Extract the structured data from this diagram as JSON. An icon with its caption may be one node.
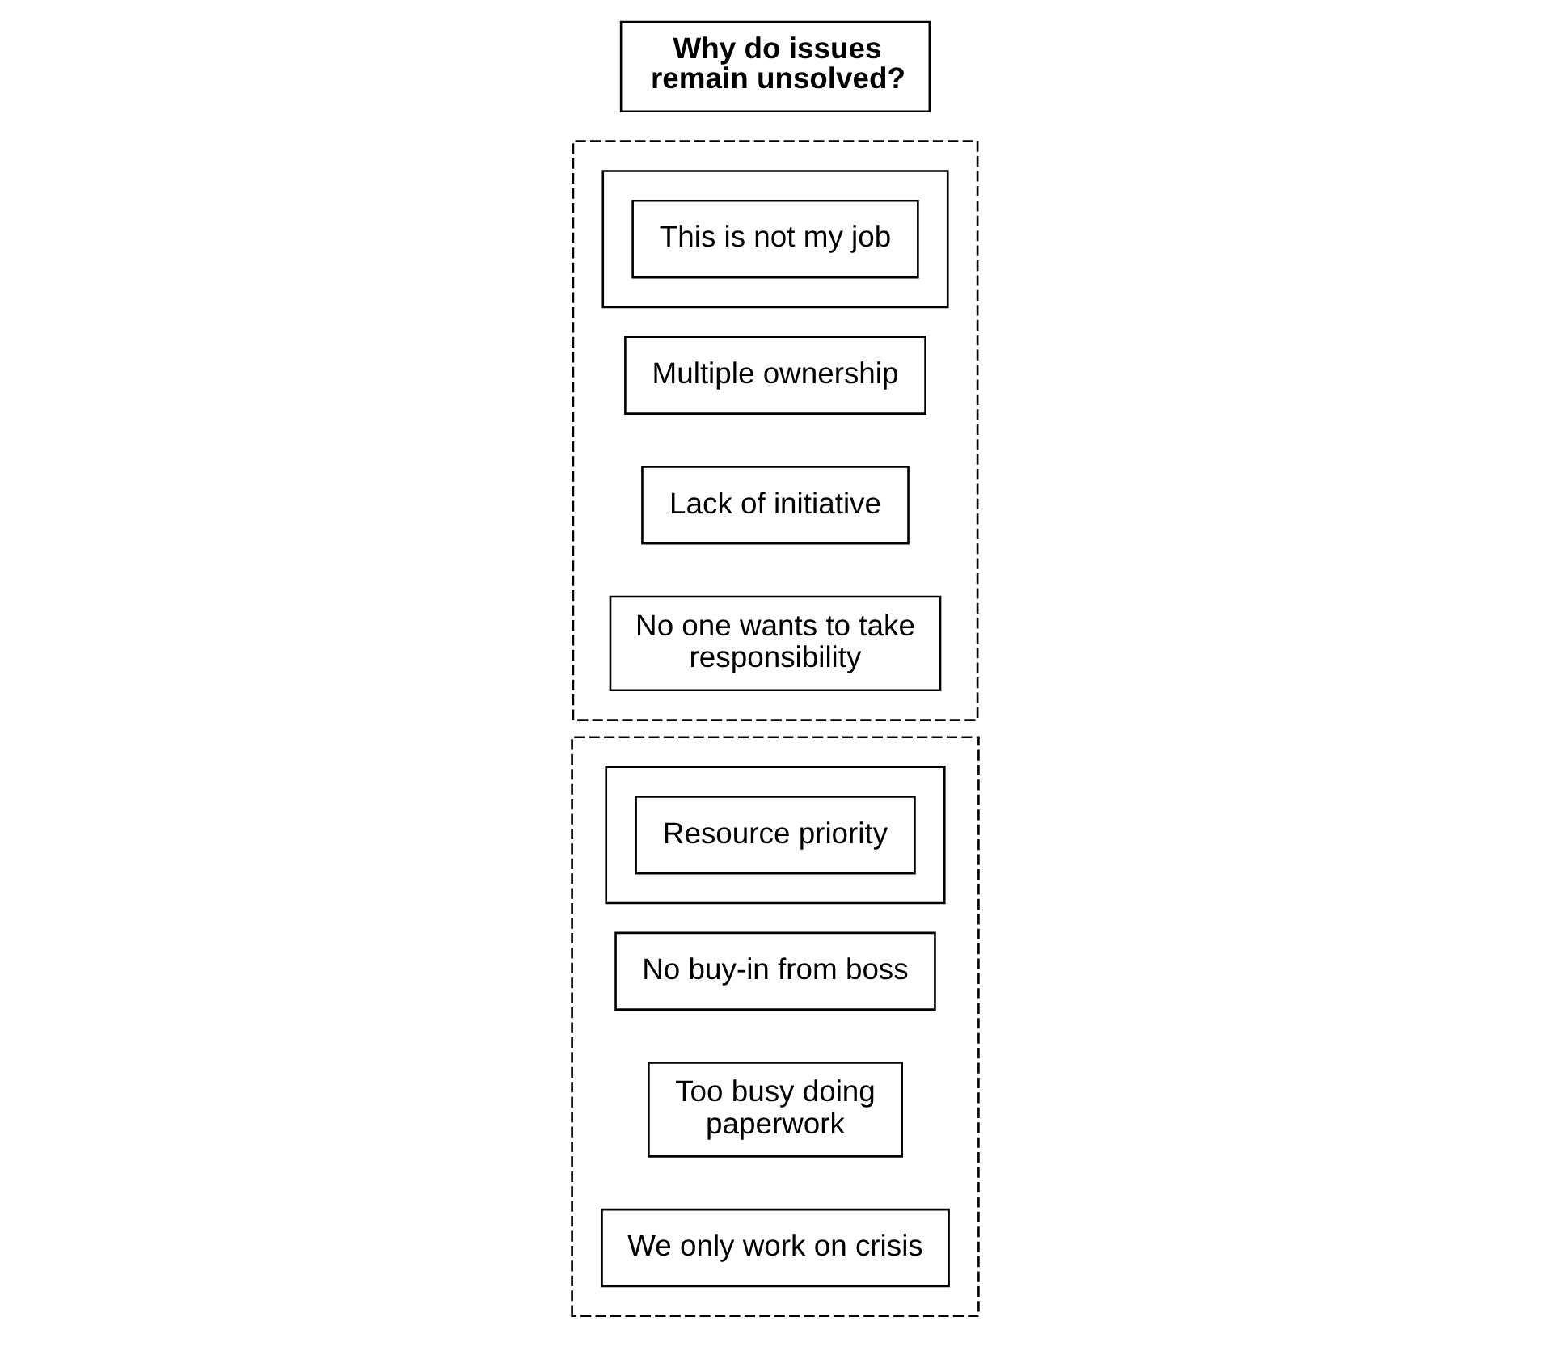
{
  "diagram": {
    "nodes": [
      {
        "text": [
          "Why do issues remain unsolved?"
        ]
      },
      {
        "text": [],
        "shape": "box"
      },
      {
        "text": [],
        "shape": "box",
        "in": 1
      },
      {
        "text": [
          "This is not my job"
        ],
        "in": 2
      },
      {
        "text": [
          "Multiple ownership"
        ],
        "in": 1
      },
      {
        "text": [
          "Lack of initiative"
        ],
        "in": 1
      },
      {
        "text": [
          "No one wants to take responsibility"
        ],
        "in": 1
      },
      {
        "text": [],
        "shape": "box"
      },
      {
        "text": [],
        "shape": "box",
        "in": 7
      },
      {
        "text": [
          "Resource priority"
        ],
        "in": 8
      },
      {
        "text": [
          "No buy-in from boss"
        ],
        "in": 7
      },
      {
        "text": [
          "Too busy doing paperwork"
        ],
        "in": 7
      },
      {
        "text": [
          "We only work on crisis"
        ],
        "in": 7
      }
    ],
    "edges": []
  }
}
